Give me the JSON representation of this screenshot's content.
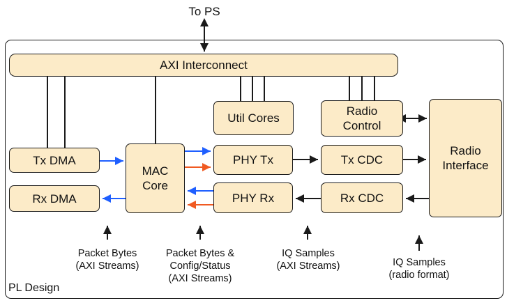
{
  "title_to_ps": "To PS",
  "design_label": "PL Design",
  "blocks": {
    "axi": "AXI Interconnect",
    "util": "Util Cores",
    "radio_control": "Radio Control",
    "radio_interface": "Radio Interface",
    "tx_dma": "Tx DMA",
    "rx_dma": "Rx DMA",
    "mac": "MAC Core",
    "phy_tx": "PHY Tx",
    "phy_rx": "PHY Rx",
    "tx_cdc": "Tx CDC",
    "rx_cdc": "Rx CDC"
  },
  "bottom_labels": {
    "packet_bytes": [
      "Packet Bytes",
      "(AXI Streams)"
    ],
    "packet_config": [
      "Packet Bytes &",
      "Config/Status",
      "(AXI Streams)"
    ],
    "iq_axi": [
      "IQ Samples",
      "(AXI Streams)"
    ],
    "iq_radio": [
      "IQ Samples",
      "(radio format)"
    ]
  },
  "colors": {
    "block_fill": "#fcebc8",
    "data_arrow": "#1f5fff",
    "config_arrow": "#f05a22",
    "line": "#1a1a1a"
  }
}
